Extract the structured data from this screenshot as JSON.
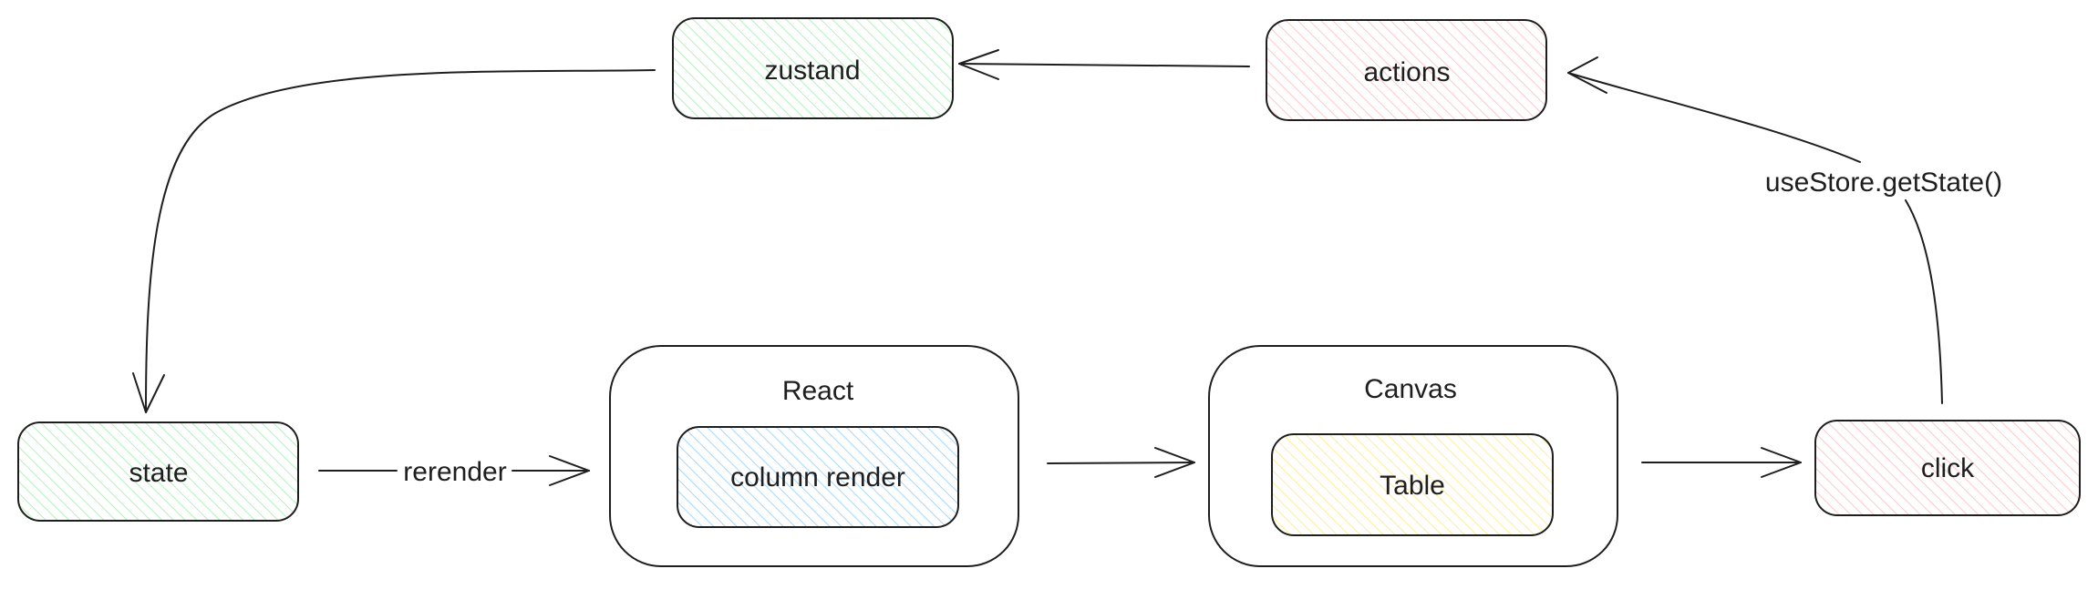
{
  "nodes": {
    "zustand": {
      "label": "zustand",
      "fill_color": "#b2f2bb"
    },
    "actions": {
      "label": "actions",
      "fill_color": "#ffc9c9"
    },
    "state": {
      "label": "state",
      "fill_color": "#b2f2bb"
    },
    "react": {
      "label": "React"
    },
    "column_render": {
      "label": "column render",
      "fill_color": "#a5d8ff"
    },
    "canvas": {
      "label": "Canvas"
    },
    "table": {
      "label": "Table",
      "fill_color": "#ffec99"
    },
    "click": {
      "label": "click",
      "fill_color": "#ffc9c9"
    }
  },
  "edges": {
    "actions_to_zustand": {
      "from": "actions",
      "to": "zustand"
    },
    "zustand_to_state": {
      "from": "zustand",
      "to": "state"
    },
    "state_to_react": {
      "from": "state",
      "to": "React",
      "label": "rerender"
    },
    "react_to_canvas": {
      "from": "React",
      "to": "Canvas"
    },
    "canvas_to_click": {
      "from": "Canvas",
      "to": "click"
    },
    "click_to_actions": {
      "from": "click",
      "to": "actions",
      "label": "useStore.getState()"
    }
  },
  "colors": {
    "stroke": "#1e1e1e",
    "green_hatch": "#b2f2bb",
    "red_hatch": "#ffc9c9",
    "blue_hatch": "#a5d8ff",
    "yellow_hatch": "#ffec99"
  }
}
